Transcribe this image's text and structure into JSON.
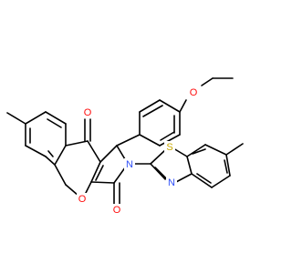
{
  "atoms": {
    "O_ketone": {
      "label": "O",
      "color": "#ff0d0d"
    },
    "O_ring": {
      "label": "O",
      "color": "#ff0d0d"
    },
    "O_lactam": {
      "label": "O",
      "color": "#ff0d0d"
    },
    "O_ether": {
      "label": "O",
      "color": "#ff0d0d"
    },
    "N_ring": {
      "label": "N",
      "color": "#3050f8"
    },
    "N_thiazole": {
      "label": "N",
      "color": "#3050f8"
    },
    "S_thiazole": {
      "label": "S",
      "color": "#c8a800"
    }
  }
}
